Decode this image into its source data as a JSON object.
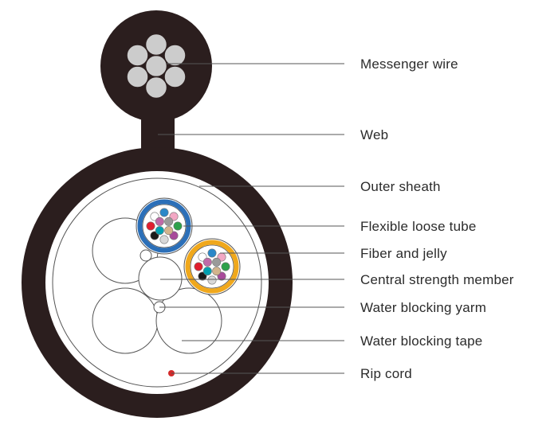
{
  "labels": {
    "messenger_wire": "Messenger wire",
    "web": "Web",
    "outer_sheath": "Outer sheath",
    "flexible_loose_tube": "Flexible loose tube",
    "fiber_and_jelly": "Fiber and jelly",
    "central_strength_member": "Central strength member",
    "water_blocking_yarm": "Water blocking yarm",
    "water_blocking_tape": "Water blocking tape",
    "rip_cord": "Rip cord"
  },
  "colors": {
    "sheath": "#2b1e1e",
    "messenger_strand": "#cccccc",
    "loose_tube_1": "#2b6fb8",
    "loose_tube_2": "#f0a81c",
    "rip_cord": "#d42a2a",
    "leader_line": "#555555"
  },
  "fiber_colors": [
    "#2a88c8",
    "#f2a8c4",
    "#2da14a",
    "#a84a9a",
    "#d8d8d8",
    "#1a1a1a",
    "#e01e2e",
    "#ffffff",
    "#9a9a9a",
    "#d2b48c",
    "#00a0b0",
    "#c06aa8"
  ]
}
